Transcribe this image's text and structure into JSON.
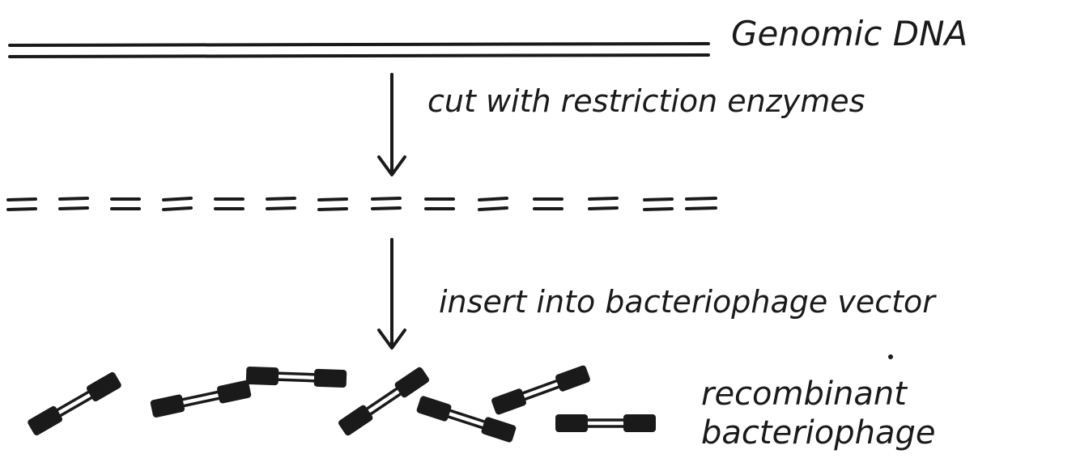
{
  "labels": {
    "genomic_dna": "Genomic DNA",
    "step1": "cut with restriction enzymes",
    "step2": "insert into bacteriophage vector",
    "result_line1": "recombinant",
    "result_line2": "bacteriophage"
  },
  "colors": {
    "ink": "#1a1a1a",
    "background": "#ffffff"
  }
}
